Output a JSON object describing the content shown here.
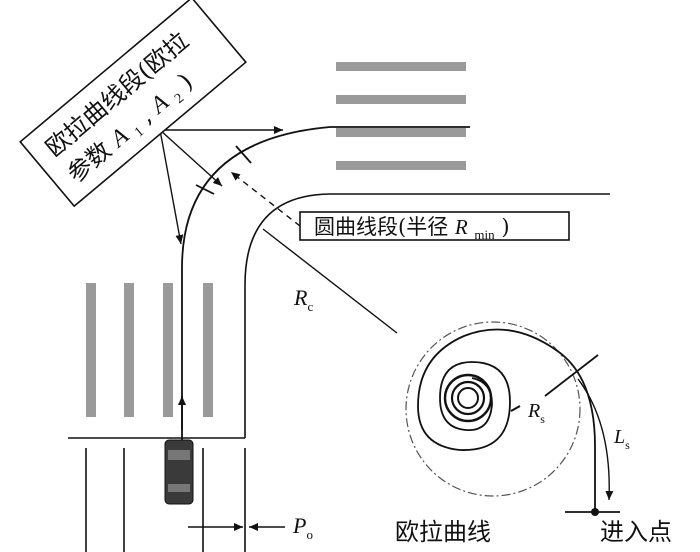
{
  "labels": {
    "euler_segment_line1": "欧拉曲线段(欧拉",
    "euler_segment_line2_prefix": "参数",
    "euler_param_a": "A",
    "euler_param_a1_sub": "1",
    "euler_param_sep": ",",
    "euler_param_a2_sub": "2",
    "euler_param_close": ")",
    "circular_segment_prefix": "圆曲线段(半径",
    "circular_r": "R",
    "circular_r_sub": "min",
    "circular_close": ")",
    "rc_main": "R",
    "rc_sub": "c",
    "rs_main": "R",
    "rs_sub": "s",
    "ls_main": "L",
    "ls_sub": "s",
    "po_main": "P",
    "po_sub": "o",
    "euler_curve_caption": "欧拉曲线",
    "entry_point_caption": "进入点"
  },
  "colors": {
    "ink": "#111111",
    "zebra": "#9a9a9a",
    "vehicle": "#3a3a3a",
    "circle_dashed": "#555555"
  }
}
